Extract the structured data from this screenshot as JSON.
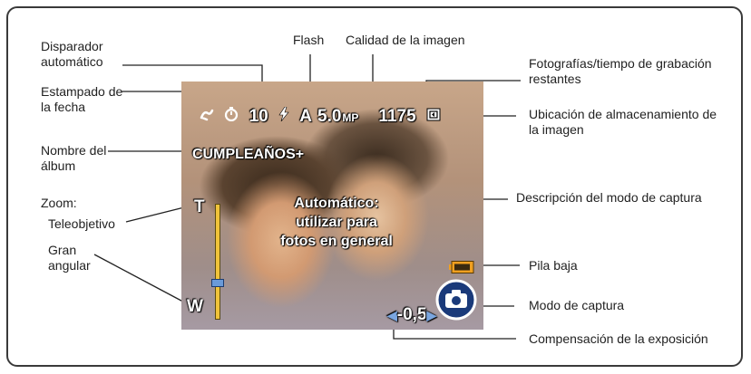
{
  "callouts": {
    "self_timer": "Disparador\nautomático",
    "flash": "Flash",
    "image_quality": "Calidad de la imagen",
    "pictures_remaining": "Fotografías/tiempo de grabación\nrestantes",
    "date_stamp": "Estampado de\nla fecha",
    "storage_location": "Ubicación de almacenamiento de\nla imagen",
    "album_name": "Nombre del\nálbum",
    "zoom": "Zoom:",
    "telephoto": "Teleobjetivo",
    "wide_angle": "Gran\nangular",
    "capture_mode_description": "Descripción del modo de captura",
    "low_battery": "Pila baja",
    "capture_mode": "Modo de captura",
    "exposure_compensation": "Compensación de la exposición"
  },
  "screen": {
    "self_timer_value": "10",
    "flash_value": "A",
    "quality_value": "5.0",
    "quality_unit": "MP",
    "pictures_remaining_value": "1175",
    "album_name_value": "CUMPLEAÑOS+",
    "mode_description_value": "Automático:\nutilizar para\nfotos en general",
    "zoom_tele_marker": "T",
    "zoom_wide_marker": "W",
    "zoom_level": 0.3,
    "exposure_value": "-0,5"
  },
  "colors": {
    "frame": "#3a3a3a",
    "leader_line": "#222222",
    "zoom_track": "#f0c33a",
    "zoom_thumb": "#6a9ad8",
    "battery": "#f0a020",
    "capture_icon": "#1a3a7a"
  },
  "icons": {
    "date_stamp": "date-stamp-icon",
    "self_timer": "self-timer-icon",
    "flash": "flash-auto-icon",
    "storage": "internal-memory-icon",
    "battery": "low-battery-icon",
    "capture": "camera-icon"
  }
}
